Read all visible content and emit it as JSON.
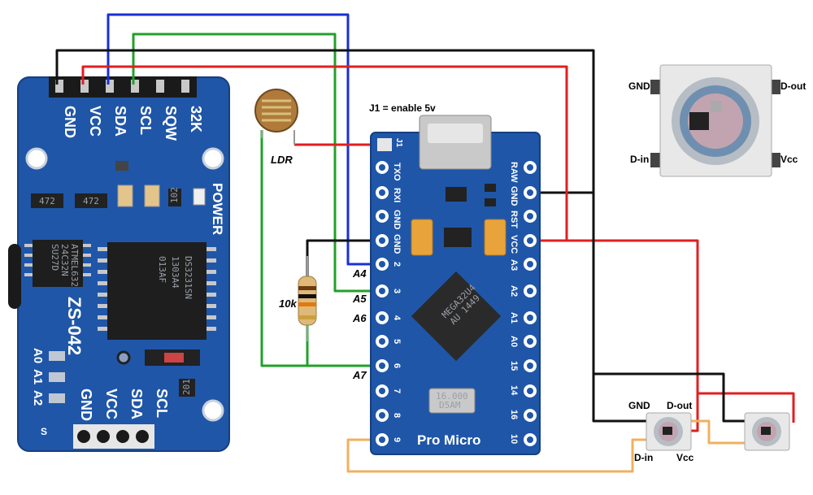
{
  "rtc_module": {
    "name": "ZS-042",
    "chip": [
      "DS3231SN",
      "1303A4",
      "013AF"
    ],
    "eeprom": [
      "ATMEL632",
      "24C32N",
      "SU27D"
    ],
    "top_pins": [
      "GND",
      "VCC",
      "SDA",
      "SCL",
      "SQW",
      "32K"
    ],
    "bottom_pins": [
      "GND",
      "VCC",
      "SDA",
      "SCL"
    ],
    "addr_pins": [
      "A0",
      "A1",
      "A2"
    ],
    "power_label": "POWER",
    "resistor_code": "472",
    "resistor_code2": "102",
    "resistor_code3": "201",
    "s_label": "S"
  },
  "ldr": {
    "label": "LDR"
  },
  "resistor": {
    "label": "10k"
  },
  "jumper_note": "J1 = enable 5v",
  "pro_micro": {
    "name": "Pro Micro",
    "jumper": "J1",
    "left_pins": [
      "TXO",
      "RXI",
      "GND",
      "GND",
      "2",
      "3",
      "4",
      "5",
      "6",
      "7",
      "8",
      "9"
    ],
    "right_pins": [
      "RAW",
      "GND",
      "RST",
      "VCC",
      "A3",
      "A2",
      "A1",
      "A0",
      "15",
      "14",
      "16",
      "10"
    ],
    "mcu_text": [
      "MEGA32U4",
      "AU 1449"
    ],
    "crystal_text": [
      "16.000",
      "D5AM"
    ]
  },
  "analog_labels": [
    "A4",
    "A5",
    "A6",
    "A7"
  ],
  "ws2812_big": {
    "gnd": "GND",
    "dout": "D-out",
    "din": "D-in",
    "vcc": "Vcc"
  },
  "ws2812_small": {
    "gnd": "GND",
    "dout": "D-out",
    "din": "D-in",
    "vcc": "Vcc"
  },
  "colors": {
    "board_blue": "#1f56a8",
    "red": "#e01f1f",
    "green": "#22a02a",
    "blue": "#1a2fd6",
    "black": "#111111",
    "orange": "#f0b060"
  }
}
